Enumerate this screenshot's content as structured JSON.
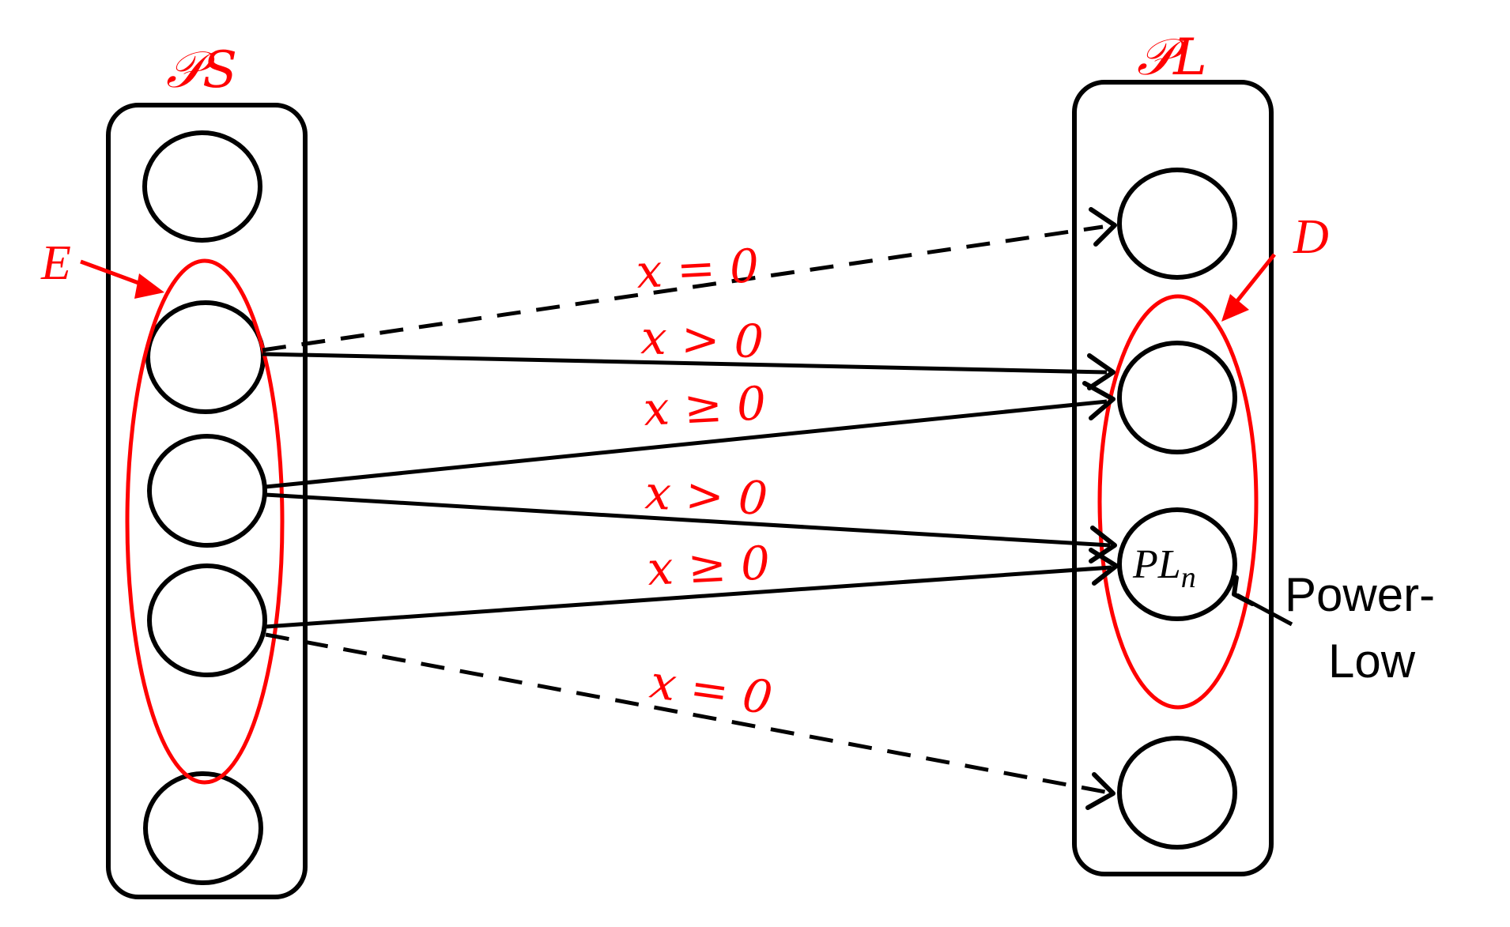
{
  "left_panel": {
    "title": "𝒫S",
    "group_label": "E"
  },
  "right_panel": {
    "title": "𝒫L",
    "group_label": "D",
    "special_node": {
      "base": "PL",
      "subscript": "n"
    }
  },
  "callout": {
    "line1": "Power-",
    "line2": "Low"
  },
  "edges": [
    {
      "label": "x = 0",
      "style": "dashed"
    },
    {
      "label": "x > 0",
      "style": "solid"
    },
    {
      "label": "x ≥ 0",
      "style": "solid"
    },
    {
      "label": "x > 0",
      "style": "solid"
    },
    {
      "label": "x ≥ 0",
      "style": "solid"
    },
    {
      "label": "x = 0",
      "style": "dashed"
    }
  ],
  "colors": {
    "outline": "#000000",
    "annotation": "#ff0000"
  }
}
